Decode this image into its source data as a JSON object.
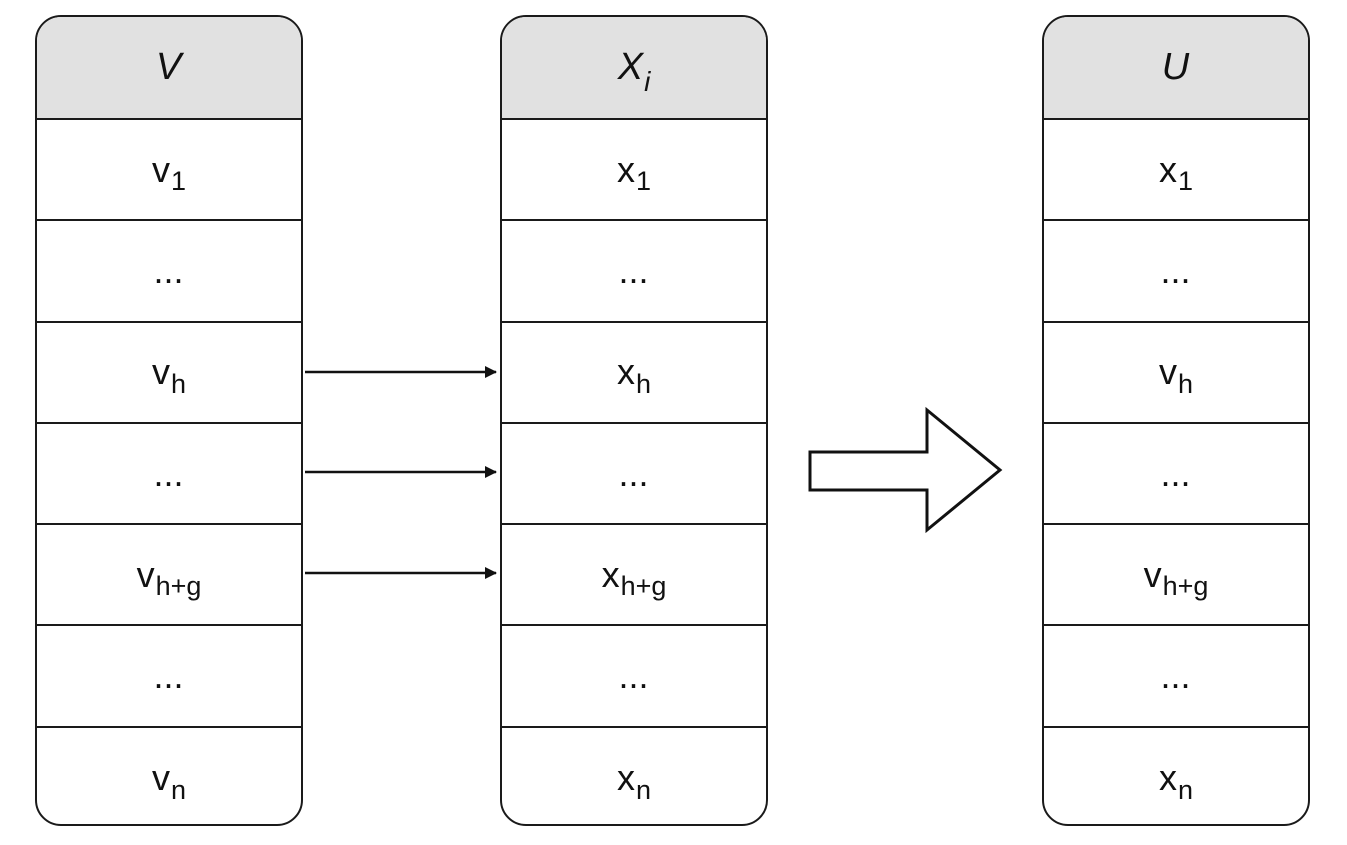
{
  "tables": [
    {
      "header": {
        "main": "V",
        "sub": ""
      },
      "rows": [
        {
          "main": "v",
          "sub": "1"
        },
        {
          "main": "...",
          "sub": ""
        },
        {
          "main": "v",
          "sub": "h"
        },
        {
          "main": "...",
          "sub": ""
        },
        {
          "main": "v",
          "sub": "h+g"
        },
        {
          "main": "...",
          "sub": ""
        },
        {
          "main": "v",
          "sub": "n"
        }
      ]
    },
    {
      "header": {
        "main": "X",
        "sub": "i"
      },
      "rows": [
        {
          "main": "x",
          "sub": "1"
        },
        {
          "main": "...",
          "sub": ""
        },
        {
          "main": "x",
          "sub": "h"
        },
        {
          "main": "...",
          "sub": ""
        },
        {
          "main": "x",
          "sub": "h+g"
        },
        {
          "main": "...",
          "sub": ""
        },
        {
          "main": "x",
          "sub": "n"
        }
      ]
    },
    {
      "header": {
        "main": "U",
        "sub": ""
      },
      "rows": [
        {
          "main": "x",
          "sub": "1"
        },
        {
          "main": "...",
          "sub": ""
        },
        {
          "main": "v",
          "sub": "h"
        },
        {
          "main": "...",
          "sub": ""
        },
        {
          "main": "v",
          "sub": "h+g"
        },
        {
          "main": "...",
          "sub": ""
        },
        {
          "main": "x",
          "sub": "n"
        }
      ]
    }
  ],
  "connectors": [
    {
      "from": "v_h",
      "to": "x_h"
    },
    {
      "from": "...",
      "to": "..."
    },
    {
      "from": "v_h+g",
      "to": "x_h+g"
    }
  ],
  "transform_arrow": "block-arrow-right",
  "colors": {
    "header_fill": "#e1e1e1",
    "stroke": "#1a1a1a"
  }
}
